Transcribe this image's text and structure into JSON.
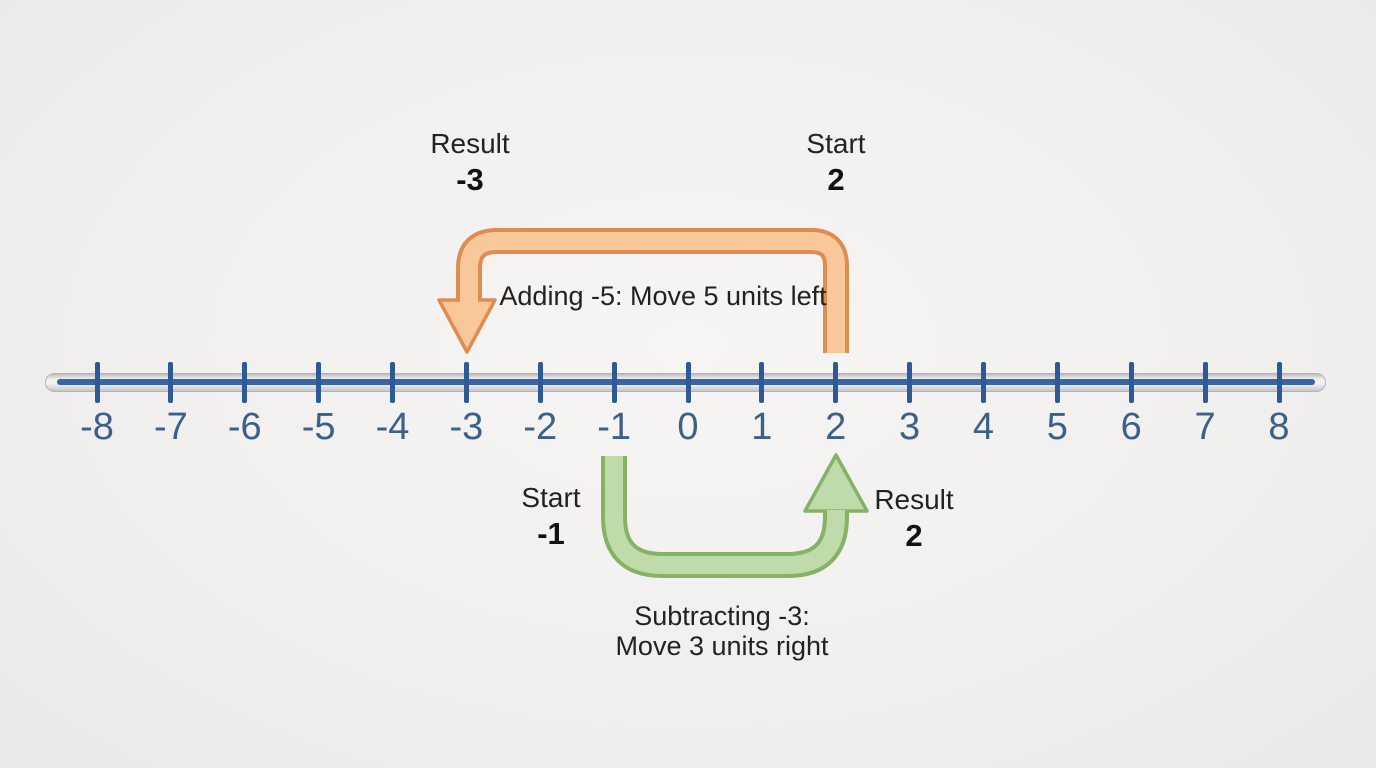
{
  "colors": {
    "bg_center": "#f6f5f3",
    "bg_mid": "#f1f0ee",
    "bg_edge": "#eae9e7",
    "line_blue": "#3a63a2",
    "tick_blue": "#2d5a94",
    "number_blue": "#3d6089",
    "orange_fill": "#f8c89b",
    "orange_stroke": "#df8c50",
    "green_fill": "#bfdba9",
    "green_stroke": "#85b264",
    "text_dark": "#222222",
    "value_dark": "#111111"
  },
  "number_line": {
    "min": -8,
    "max": 8,
    "labels": [
      "-8",
      "-7",
      "-6",
      "-5",
      "-4",
      "-3",
      "-2",
      "-1",
      "0",
      "1",
      "2",
      "3",
      "4",
      "5",
      "6",
      "7",
      "8"
    ]
  },
  "addition": {
    "start_label": "Start",
    "start_value": "2",
    "result_label": "Result",
    "result_value": "-3",
    "annotation": "Adding -5: Move 5 units left"
  },
  "subtraction": {
    "start_label": "Start",
    "start_value": "-1",
    "result_label": "Result",
    "result_value": "2",
    "annotation_line1": "Subtracting -3:",
    "annotation_line2": "Move 3 units right"
  }
}
